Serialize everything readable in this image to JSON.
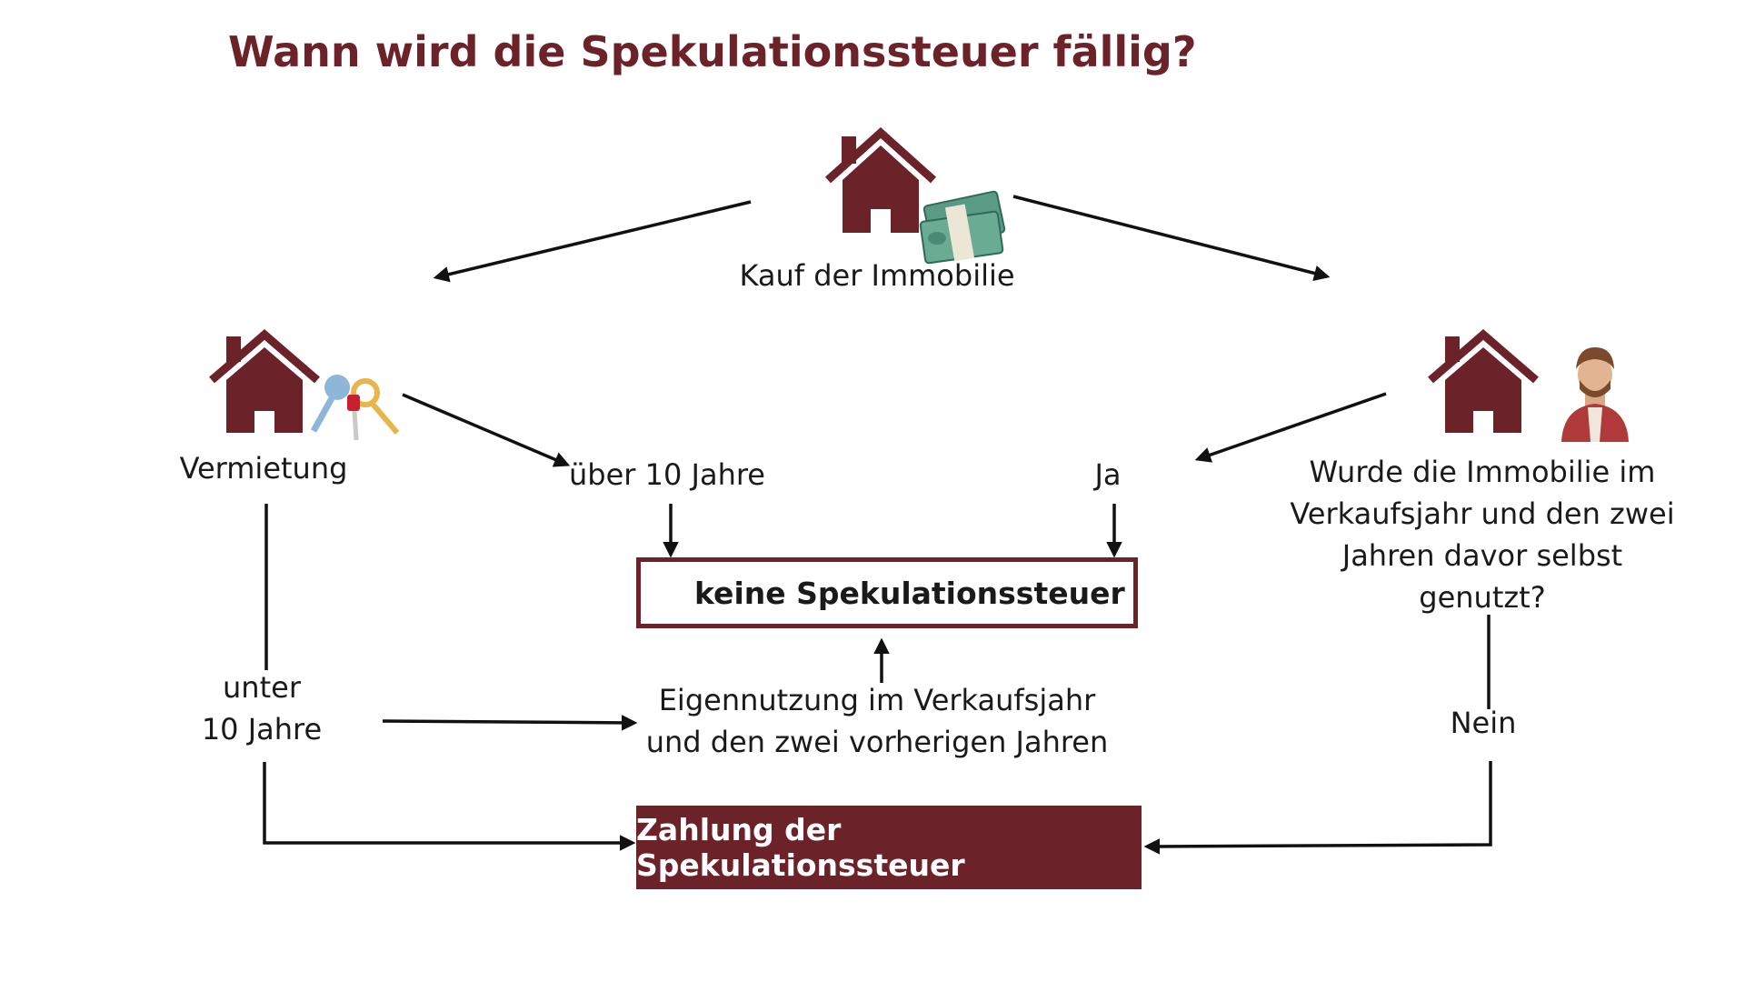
{
  "title": "Wann wird die Spekulationssteuer fällig?",
  "colors": {
    "brand": "#6b2228",
    "line": "#111111",
    "money": "#5a9b86",
    "key_blue": "#8db6d8",
    "key_gold": "#e8b54a",
    "person_shirt": "#b03a3a"
  },
  "icons": [
    "house-icon",
    "money-icon",
    "keys-icon",
    "person-icon"
  ],
  "nodes": {
    "kauf": "Kauf der Immobilie",
    "vermietung": "Vermietung",
    "ueber10": "über 10 Jahre",
    "ja": "Ja",
    "frage": [
      "Wurde die Immobilie im",
      "Verkaufsjahr und den zwei",
      "Jahren davor selbst",
      "genutzt?"
    ],
    "keine": "keine Spekulationssteuer",
    "unter": [
      "unter",
      "10 Jahre"
    ],
    "eigennutzung": [
      "Eigennutzung im Verkaufsjahr",
      "und den zwei vorherigen Jahren"
    ],
    "nein": "Nein",
    "zahlung": "Zahlung der Spekulationssteuer"
  }
}
